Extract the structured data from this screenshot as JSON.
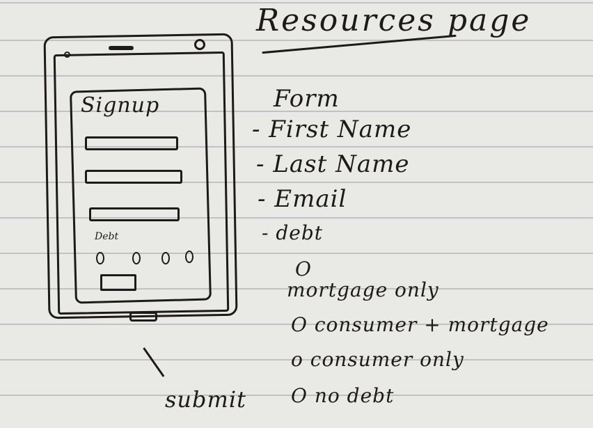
{
  "page": {
    "title": "Resources page",
    "form_heading": "Form",
    "fields": [
      "- First Name",
      "- Last Name",
      "- Email",
      "- debt"
    ],
    "debt_options": [
      "O",
      "mortgage only",
      "O consumer + mortgage",
      "o consumer only",
      "O no debt"
    ],
    "submit_note": "submit"
  },
  "mockup": {
    "card_title": "Signup",
    "debt_label": "Debt",
    "radio_count": 4
  }
}
